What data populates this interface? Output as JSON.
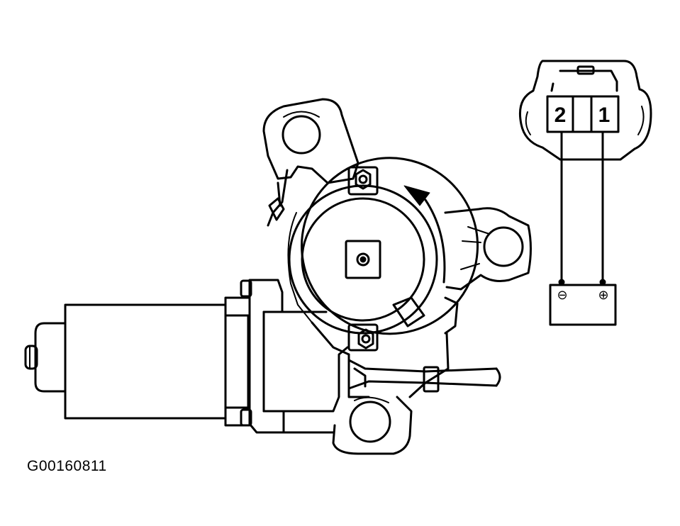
{
  "figure": {
    "caption": "G00160811",
    "connector": {
      "pin_left": "2",
      "pin_right": "1"
    },
    "battery": {
      "negative_symbol": "⊖",
      "positive_symbol": "⊕"
    }
  },
  "colors": {
    "line": "#000000",
    "background": "#ffffff"
  }
}
